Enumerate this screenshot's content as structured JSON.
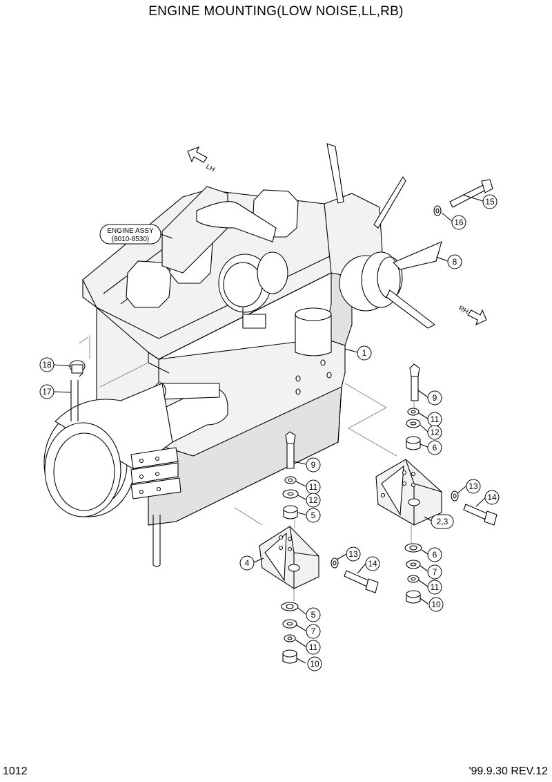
{
  "header": {
    "title": "ENGINE MOUNTING(LOW NOISE,LL,RB)"
  },
  "footer": {
    "page_number": "1012",
    "revision": "'99.9.30 REV.12"
  },
  "engine_label": {
    "line1": "ENGINE ASSY",
    "line2": "(8010-8530)"
  },
  "directions": {
    "left": "LH",
    "right": "RH"
  },
  "callouts": [
    {
      "id": "c15",
      "label": "15"
    },
    {
      "id": "c16",
      "label": "16"
    },
    {
      "id": "c8",
      "label": "8"
    },
    {
      "id": "c1",
      "label": "1"
    },
    {
      "id": "c18",
      "label": "18"
    },
    {
      "id": "c17",
      "label": "17"
    },
    {
      "id": "c9a",
      "label": "9"
    },
    {
      "id": "c11a",
      "label": "11"
    },
    {
      "id": "c12a",
      "label": "12"
    },
    {
      "id": "c6a",
      "label": "6"
    },
    {
      "id": "c13a",
      "label": "13"
    },
    {
      "id": "c14a",
      "label": "14"
    },
    {
      "id": "c23",
      "label": "2,3"
    },
    {
      "id": "c6b",
      "label": "6"
    },
    {
      "id": "c7a",
      "label": "7"
    },
    {
      "id": "c11b",
      "label": "11"
    },
    {
      "id": "c10a",
      "label": "10"
    },
    {
      "id": "c9b",
      "label": "9"
    },
    {
      "id": "c11c",
      "label": "11"
    },
    {
      "id": "c12b",
      "label": "12"
    },
    {
      "id": "c5a",
      "label": "5"
    },
    {
      "id": "c4",
      "label": "4"
    },
    {
      "id": "c13b",
      "label": "13"
    },
    {
      "id": "c14b",
      "label": "14"
    },
    {
      "id": "c5b",
      "label": "5"
    },
    {
      "id": "c7b",
      "label": "7"
    },
    {
      "id": "c11d",
      "label": "11"
    },
    {
      "id": "c10b",
      "label": "10"
    }
  ]
}
